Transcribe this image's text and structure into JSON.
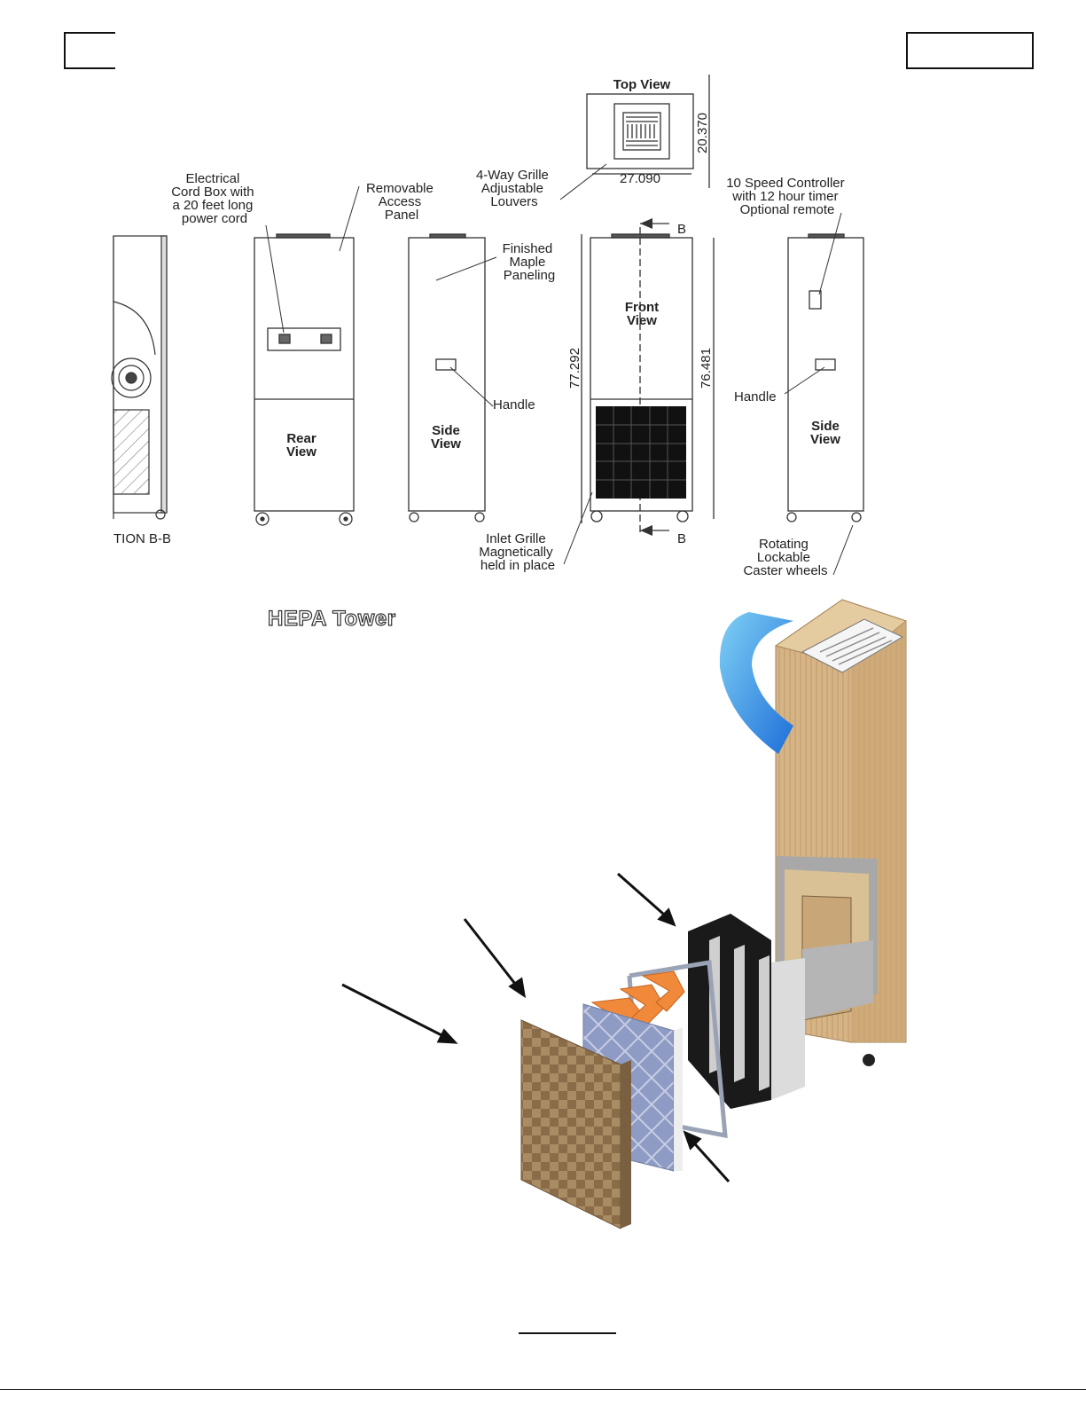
{
  "title": "HEPA Tower",
  "drawing": {
    "top_view": "Top View",
    "dim_depth": "20.370",
    "dim_width": "27.090",
    "dim_height_left": "77.292",
    "dim_height_right": "76.481",
    "section_marker": "B",
    "section_label": "TION B-B",
    "rear_view": [
      "Rear",
      "View"
    ],
    "side_view": [
      "Side",
      "View"
    ],
    "front_view": [
      "Front",
      "View"
    ],
    "callouts": {
      "cord_box": [
        "Electrical",
        "Cord Box with",
        "a 20 feet long",
        "power cord"
      ],
      "access_panel": [
        "Removable",
        "Access",
        "Panel"
      ],
      "grille": [
        "4-Way Grille",
        "Adjustable",
        "Louvers"
      ],
      "controller": [
        "10 Speed Controller",
        "with 12 hour timer",
        "Optional remote"
      ],
      "paneling": [
        "Finished",
        "Maple",
        "Paneling"
      ],
      "handle": "Handle",
      "inlet": [
        "Inlet Grille",
        "Magnetically",
        "held in place"
      ],
      "casters": [
        "Rotating",
        "Lockable",
        "Caster wheels"
      ]
    }
  }
}
